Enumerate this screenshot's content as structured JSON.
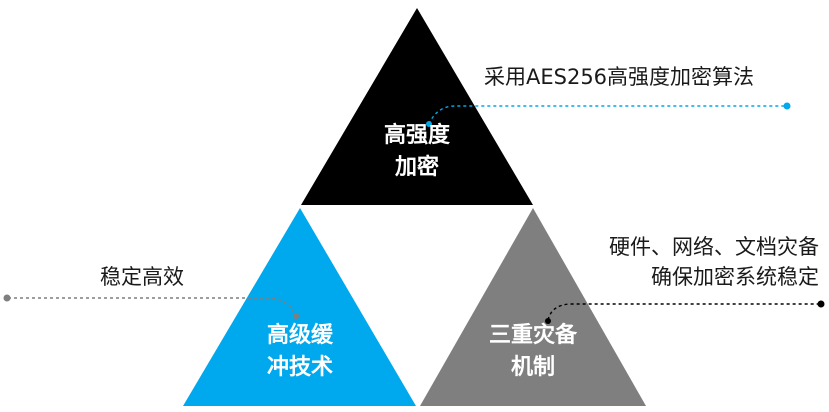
{
  "nodes": {
    "top": {
      "line1": "高强度",
      "line2": "加密",
      "color": "#000000"
    },
    "left": {
      "line1": "高级缓",
      "line2": "冲技术",
      "color": "#00A8EE"
    },
    "right": {
      "line1": "三重灾备",
      "line2": "机制",
      "color": "#7F7F7F"
    }
  },
  "callouts": {
    "top": {
      "text": "采用AES256高强度加密算法",
      "line_color": "#00A8EE"
    },
    "left": {
      "text": "稳定高效",
      "line_color": "#7F7F7F"
    },
    "right": {
      "line1": "硬件、网络、文档灾备",
      "line2": "确保加密系统稳定",
      "line_color": "#000000"
    }
  }
}
